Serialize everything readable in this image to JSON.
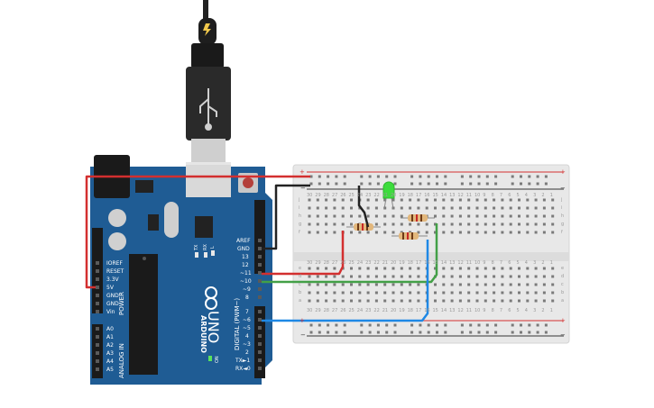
{
  "board": {
    "name": "ARDUINO",
    "model": "UNO",
    "power_header_title": "POWER",
    "analog_header_title": "ANALOG IN",
    "digital_header_title": "DIGITAL (PWM~)",
    "power_pins": [
      "IOREF",
      "RESET",
      "3.3V",
      "5V",
      "GND",
      "GND",
      "Vin"
    ],
    "analog_pins": [
      "A0",
      "A1",
      "A2",
      "A3",
      "A4",
      "A5"
    ],
    "digital_pins_top": [
      "AREF",
      "GND",
      "13",
      "12",
      "~11",
      "~10",
      "~9",
      "8"
    ],
    "digital_pins_bottom": [
      "7",
      "~6",
      "~5",
      "4",
      "~3",
      "2",
      "TX►1",
      "RX◄0"
    ],
    "led_labels": [
      "L",
      "TX",
      "RX"
    ],
    "on_label": "ON"
  },
  "breadboard": {
    "rail_plus": "+",
    "rail_minus": "−",
    "rows_top": [
      "j",
      "i",
      "h",
      "g",
      "f"
    ],
    "rows_bottom": [
      "e",
      "d",
      "c",
      "b",
      "a"
    ],
    "columns": [
      "30",
      "29",
      "28",
      "27",
      "26",
      "25",
      "24",
      "23",
      "22",
      "21",
      "20",
      "19",
      "18",
      "17",
      "16",
      "15",
      "14",
      "13",
      "12",
      "11",
      "10",
      "9",
      "8",
      "7",
      "6",
      "5",
      "4",
      "3",
      "2",
      "1"
    ]
  },
  "wires": [
    {
      "name": "5V to power rail",
      "color": "#d32f2f"
    },
    {
      "name": "GND to ground rail",
      "color": "#222222"
    },
    {
      "name": "pin 11 to resistor",
      "color": "#d32f2f"
    },
    {
      "name": "pin 10 to resistor",
      "color": "#43a047"
    },
    {
      "name": "pin 6 to resistor",
      "color": "#1e88e5"
    }
  ],
  "components": {
    "led_color": "#3ddc3d",
    "resistor_count": 3
  }
}
